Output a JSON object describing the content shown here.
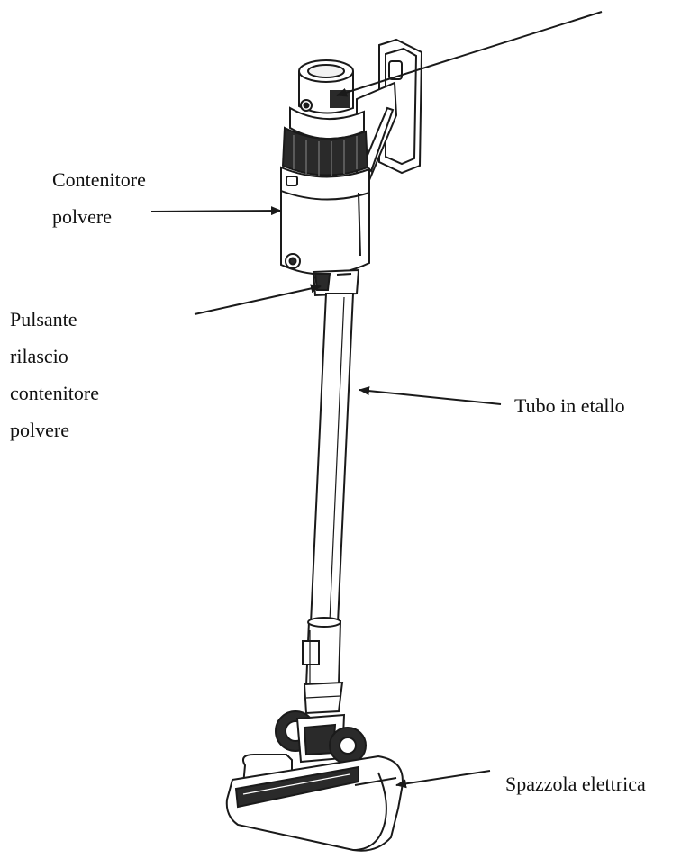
{
  "labels": {
    "dust_container": [
      "Contenitore",
      "polvere"
    ],
    "release_button": [
      "Pulsante",
      "rilascio",
      "contenitore",
      "polvere"
    ],
    "metal_tube": [
      "Tubo in etallo"
    ],
    "electric_brush": [
      "Spazzola elettrica"
    ]
  },
  "colors": {
    "line": "#1a1a1a",
    "fill": "#ffffff",
    "shade": "#2a2a2a",
    "text": "#111111"
  }
}
